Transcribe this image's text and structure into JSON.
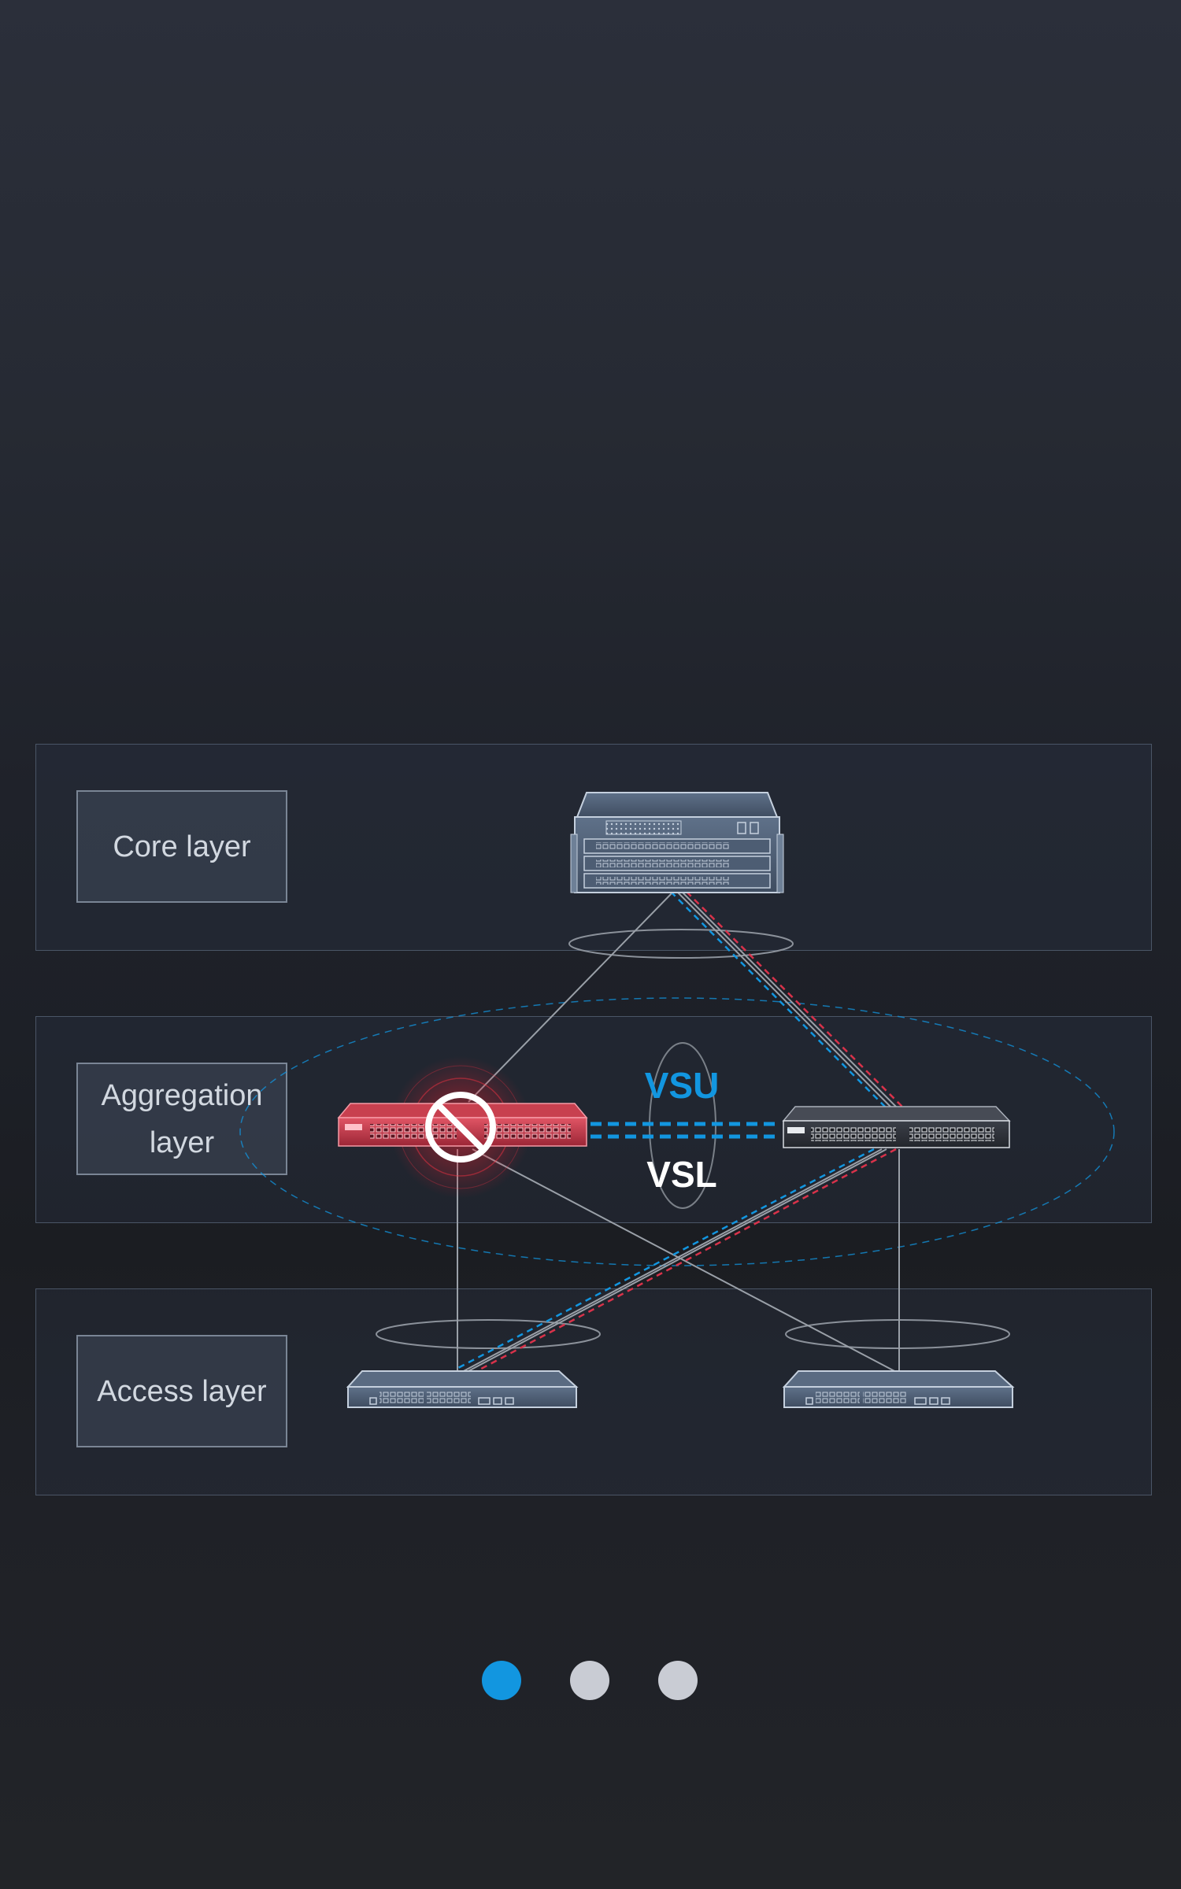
{
  "layers": {
    "core": "Core layer",
    "aggregation_line1": "Aggregation",
    "aggregation_line2": "layer",
    "access": "Access layer"
  },
  "diagram": {
    "vsu_label": "VSU",
    "vsl_label": "VSL"
  },
  "colors": {
    "vsu_blue": "#1296e0",
    "fault_red": "#d8324a",
    "link_gray": "#9aa0a8",
    "dot_inactive": "#c9ccd4"
  },
  "pager": {
    "count": 3,
    "active_index": 0
  }
}
